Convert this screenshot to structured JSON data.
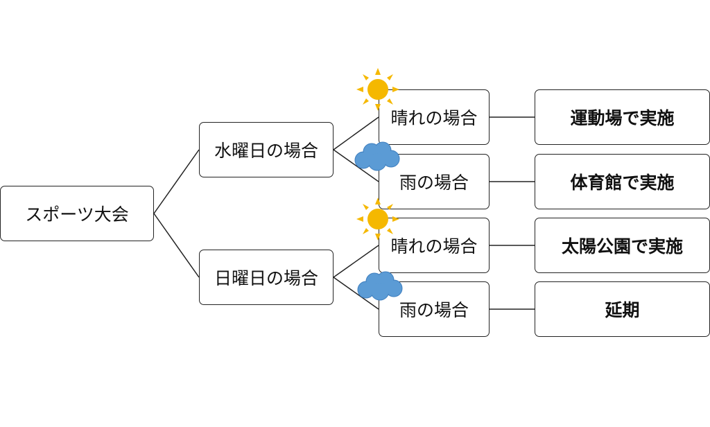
{
  "diagram": {
    "root": {
      "label": "スポーツ大会"
    },
    "days": [
      {
        "label": "水曜日の場合",
        "cases": [
          {
            "weather": "sun",
            "label": "晴れの場合",
            "result": "運動場で実施"
          },
          {
            "weather": "cloud",
            "label": "雨の場合",
            "result": "体育館で実施"
          }
        ]
      },
      {
        "label": "日曜日の場合",
        "cases": [
          {
            "weather": "sun",
            "label": "晴れの場合",
            "result": "太陽公園で実施"
          },
          {
            "weather": "cloud",
            "label": "雨の場合",
            "result": "延期"
          }
        ]
      }
    ],
    "icons": {
      "sun": "sun-icon",
      "cloud": "cloud-icon"
    },
    "colors": {
      "sun": "#F5B800",
      "cloud": "#5B9BD5",
      "line": "#222222"
    }
  }
}
